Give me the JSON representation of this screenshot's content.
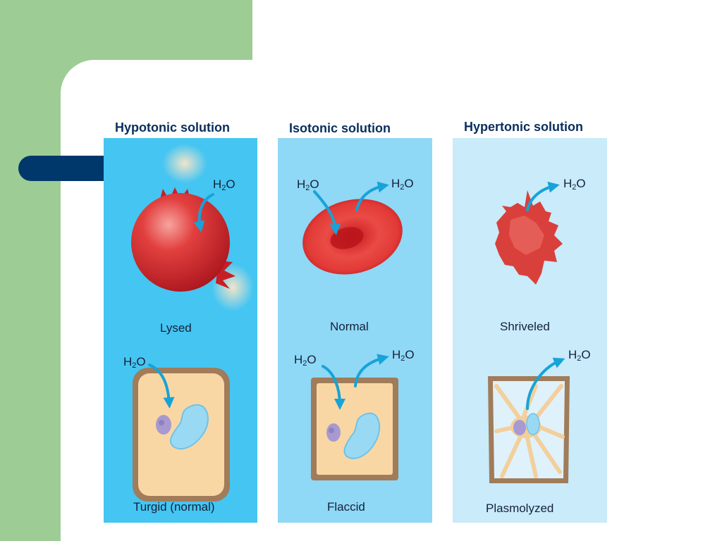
{
  "columns": [
    {
      "title": "Hypotonic solution",
      "animal_label": "Lysed",
      "plant_label": "Turgid (normal)"
    },
    {
      "title": "Isotonic solution",
      "animal_label": "Normal",
      "plant_label": "Flaccid"
    },
    {
      "title": "Hypertonic solution",
      "animal_label": "Shriveled",
      "plant_label": "Plasmolyzed"
    }
  ],
  "water": {
    "prefix": "H",
    "subscript": "2",
    "suffix": "O"
  },
  "colors": {
    "slide_green": "#9dcd94",
    "slide_navy": "#00386c",
    "hypotonic_bg": "#45c5f2",
    "isotonic_bg": "#8fd8f6",
    "hypertonic_bg": "#c9ebfa",
    "arrow": "#17a3d8",
    "red_cell": "#d8272b",
    "cell_wall": "#a07c5a",
    "cytoplasm": "#f9d7a4",
    "vacuole": "#9ad9f3",
    "nucleus": "#a89ad0"
  }
}
